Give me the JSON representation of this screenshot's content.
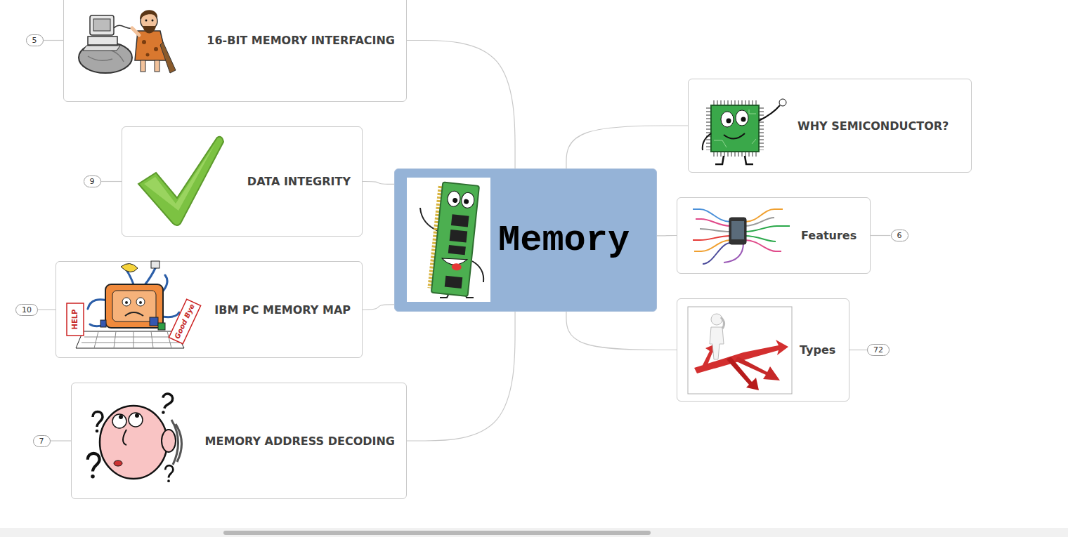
{
  "diagram": {
    "nodes": [
      {
        "text": [
          "Memory"
        ]
      },
      {
        "text": [
          "16-BIT MEMORY INTERFACING"
        ]
      },
      {
        "text": [
          "DATA INTEGRITY"
        ]
      },
      {
        "text": [
          "IBM PC MEMORY MAP"
        ]
      },
      {
        "text": [
          "MEMORY ADDRESS DECODING"
        ]
      },
      {
        "text": [
          "WHY SEMICONDUCTOR?"
        ]
      },
      {
        "text": [
          "Features"
        ]
      },
      {
        "text": [
          "Types"
        ]
      },
      {
        "text": [
          "5"
        ]
      },
      {
        "text": [
          "9"
        ]
      },
      {
        "text": [
          "10"
        ]
      },
      {
        "text": [
          "7"
        ]
      },
      {
        "text": [
          "6"
        ]
      },
      {
        "text": [
          "72"
        ]
      }
    ],
    "edges": [
      {
        "from": 0,
        "to": 1,
        "arrow": "none"
      },
      {
        "from": 0,
        "to": 2,
        "arrow": "none"
      },
      {
        "from": 0,
        "to": 3,
        "arrow": "none"
      },
      {
        "from": 0,
        "to": 4,
        "arrow": "none"
      },
      {
        "from": 0,
        "to": 5,
        "arrow": "none"
      },
      {
        "from": 0,
        "to": 6,
        "arrow": "none"
      },
      {
        "from": 0,
        "to": 7,
        "arrow": "none"
      },
      {
        "from": 1,
        "to": 8,
        "arrow": "none"
      },
      {
        "from": 2,
        "to": 9,
        "arrow": "none"
      },
      {
        "from": 3,
        "to": 10,
        "arrow": "none"
      },
      {
        "from": 4,
        "to": 11,
        "arrow": "none"
      },
      {
        "from": 6,
        "to": 12,
        "arrow": "none"
      },
      {
        "from": 7,
        "to": 13,
        "arrow": "none"
      }
    ],
    "labels": [
      "HELP",
      "Good Bye"
    ]
  }
}
